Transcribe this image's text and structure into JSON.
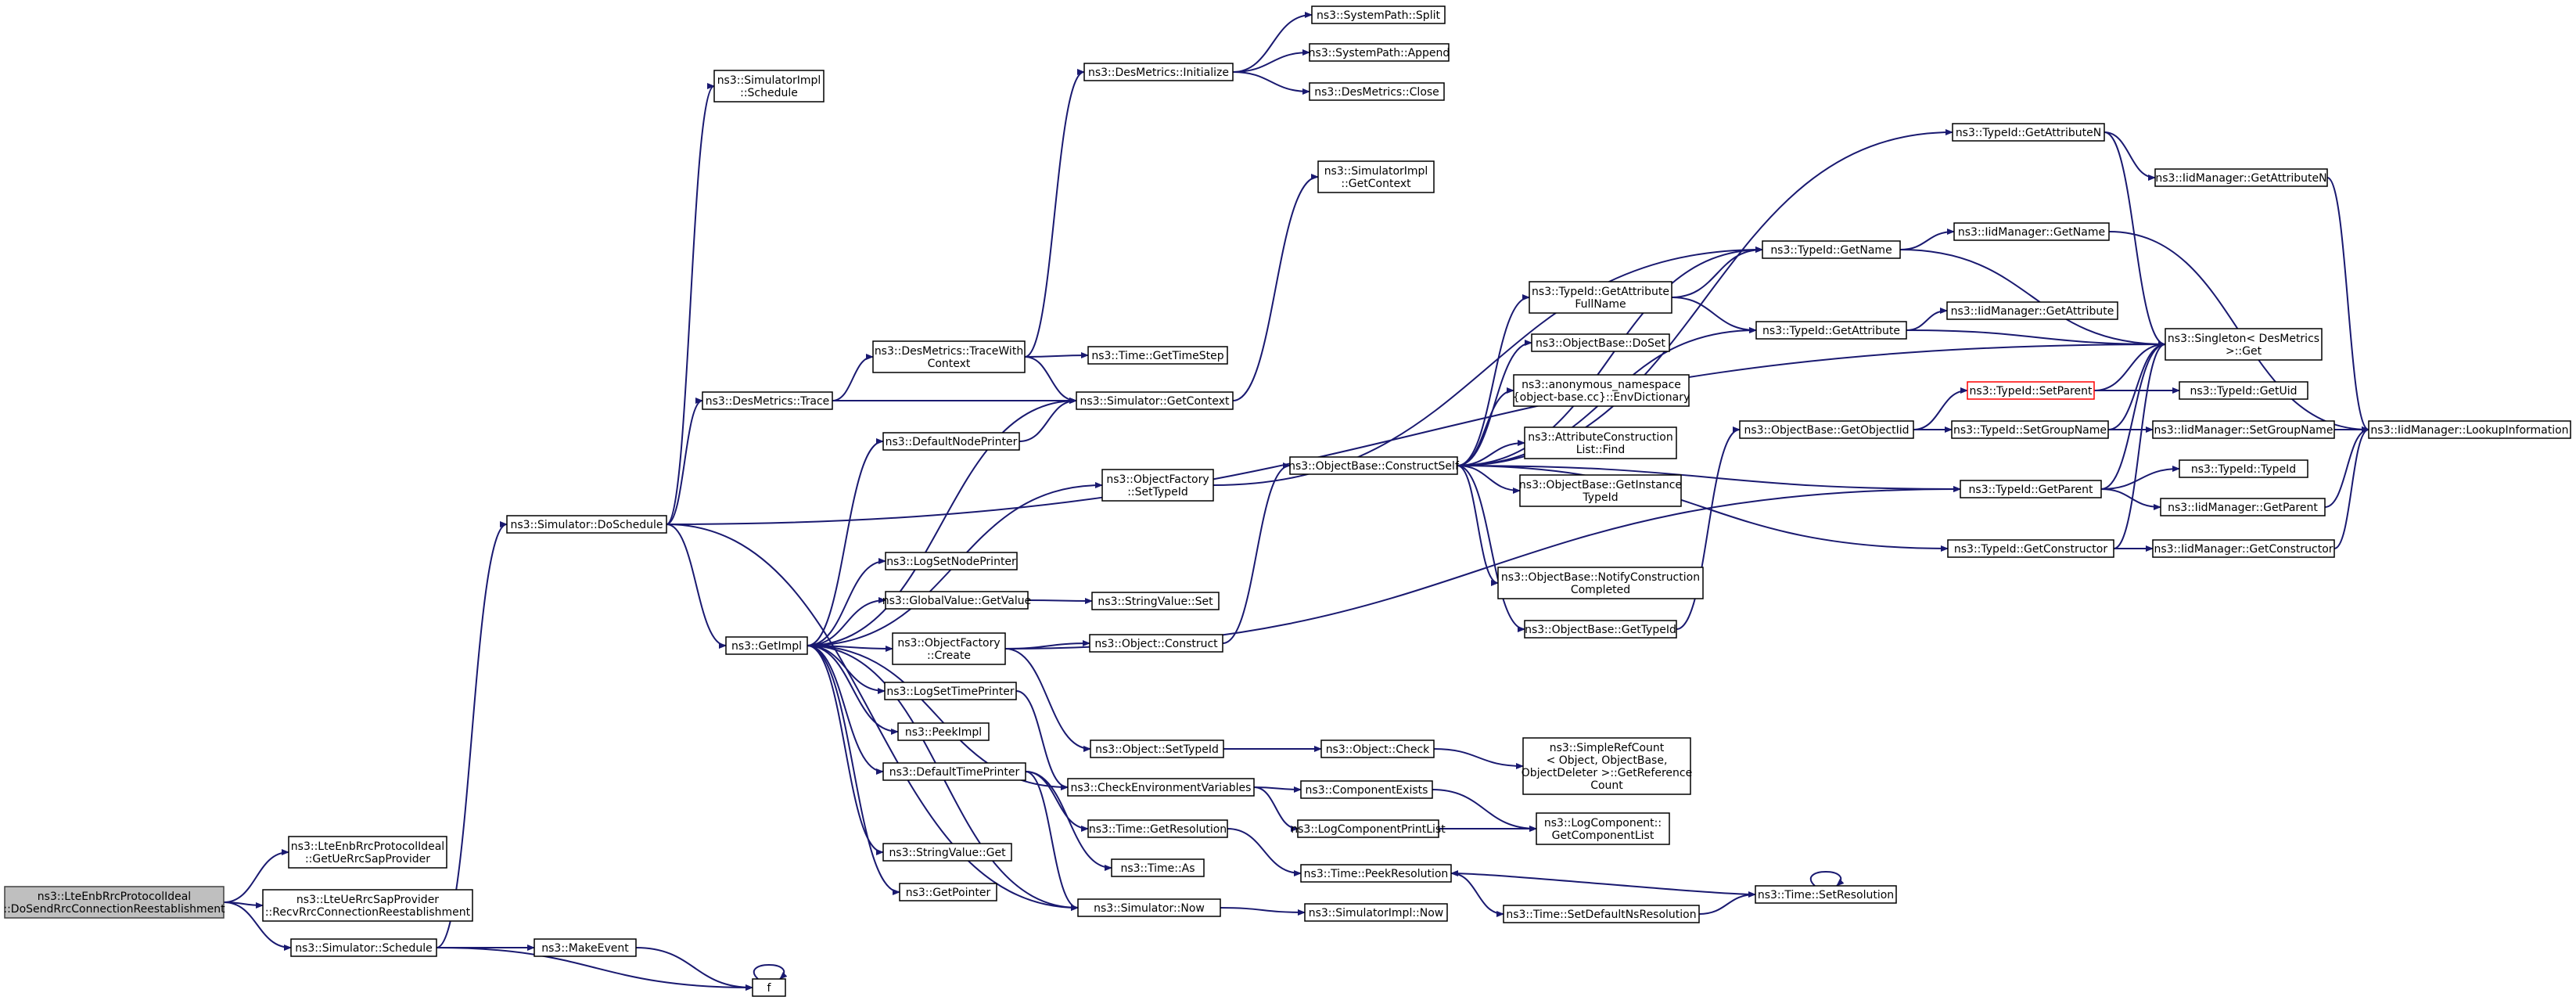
{
  "colors": {
    "edge": "#191970",
    "root_fill": "#bfbfbf",
    "node_border": "#000000",
    "highlight_border": "#ff0000"
  },
  "nodes": [
    {
      "id": "root",
      "lines": [
        "ns3::LteEnbRrcProtocolIdeal",
        "::DoSendRrcConnectionReestablishment"
      ]
    },
    {
      "id": "getUeRrcSap",
      "lines": [
        "ns3::LteEnbRrcProtocolIdeal",
        "::GetUeRrcSapProvider"
      ]
    },
    {
      "id": "recvRrc",
      "lines": [
        "ns3::LteUeRrcSapProvider",
        "::RecvRrcConnectionReestablishment"
      ]
    },
    {
      "id": "schedule",
      "lines": [
        "ns3::Simulator::Schedule"
      ]
    },
    {
      "id": "makeEvent",
      "lines": [
        "ns3::MakeEvent"
      ]
    },
    {
      "id": "f",
      "lines": [
        "f"
      ]
    },
    {
      "id": "doSchedule",
      "lines": [
        "ns3::Simulator::DoSchedule"
      ]
    },
    {
      "id": "implSchedule",
      "lines": [
        "ns3::SimulatorImpl",
        "::Schedule"
      ]
    },
    {
      "id": "desTrace",
      "lines": [
        "ns3::DesMetrics::Trace"
      ]
    },
    {
      "id": "getImpl",
      "lines": [
        "ns3::GetImpl"
      ]
    },
    {
      "id": "traceWith",
      "lines": [
        "ns3::DesMetrics::TraceWith",
        "Context"
      ]
    },
    {
      "id": "desInit",
      "lines": [
        "ns3::DesMetrics::Initialize"
      ]
    },
    {
      "id": "split",
      "lines": [
        "ns3::SystemPath::Split"
      ]
    },
    {
      "id": "append",
      "lines": [
        "ns3::SystemPath::Append"
      ]
    },
    {
      "id": "desClose",
      "lines": [
        "ns3::DesMetrics::Close"
      ]
    },
    {
      "id": "timeStep",
      "lines": [
        "ns3::Time::GetTimeStep"
      ]
    },
    {
      "id": "simGetContext",
      "lines": [
        "ns3::Simulator::GetContext"
      ]
    },
    {
      "id": "implGetContext",
      "lines": [
        "ns3::SimulatorImpl",
        "::GetContext"
      ]
    },
    {
      "id": "defNodePrinter",
      "lines": [
        "ns3::DefaultNodePrinter"
      ]
    },
    {
      "id": "ofSetTypeId",
      "lines": [
        "ns3::ObjectFactory",
        "::SetTypeId"
      ]
    },
    {
      "id": "logNodePrinter",
      "lines": [
        "ns3::LogSetNodePrinter"
      ]
    },
    {
      "id": "gvGetValue",
      "lines": [
        "ns3::GlobalValue::GetValue"
      ]
    },
    {
      "id": "svSet",
      "lines": [
        "ns3::StringValue::Set"
      ]
    },
    {
      "id": "ofCreate",
      "lines": [
        "ns3::ObjectFactory",
        "::Create"
      ]
    },
    {
      "id": "objConstruct",
      "lines": [
        "ns3::Object::Construct"
      ]
    },
    {
      "id": "logTimePrinter",
      "lines": [
        "ns3::LogSetTimePrinter"
      ]
    },
    {
      "id": "peekImpl",
      "lines": [
        "ns3::PeekImpl"
      ]
    },
    {
      "id": "objSetTypeId",
      "lines": [
        "ns3::Object::SetTypeId"
      ]
    },
    {
      "id": "objCheck",
      "lines": [
        "ns3::Object::Check"
      ]
    },
    {
      "id": "defTimePrinter",
      "lines": [
        "ns3::DefaultTimePrinter"
      ]
    },
    {
      "id": "checkEnv",
      "lines": [
        "ns3::CheckEnvironmentVariables"
      ]
    },
    {
      "id": "compExists",
      "lines": [
        "ns3::ComponentExists"
      ]
    },
    {
      "id": "logCompPrint",
      "lines": [
        "ns3::LogComponentPrintList"
      ]
    },
    {
      "id": "simpleRef",
      "lines": [
        "ns3::SimpleRefCount",
        "< Object, ObjectBase,",
        "ObjectDeleter >::GetReference",
        "Count"
      ]
    },
    {
      "id": "logCompList",
      "lines": [
        "ns3::LogComponent::",
        "GetComponentList"
      ]
    },
    {
      "id": "timeGetRes",
      "lines": [
        "ns3::Time::GetResolution"
      ]
    },
    {
      "id": "timeAs",
      "lines": [
        "ns3::Time::As"
      ]
    },
    {
      "id": "svGet",
      "lines": [
        "ns3::StringValue::Get"
      ]
    },
    {
      "id": "getPointer",
      "lines": [
        "ns3::GetPointer"
      ]
    },
    {
      "id": "simNow",
      "lines": [
        "ns3::Simulator::Now"
      ]
    },
    {
      "id": "implNow",
      "lines": [
        "ns3::SimulatorImpl::Now"
      ]
    },
    {
      "id": "peekRes",
      "lines": [
        "ns3::Time::PeekResolution"
      ]
    },
    {
      "id": "setDefNs",
      "lines": [
        "ns3::Time::SetDefaultNsResolution"
      ]
    },
    {
      "id": "setRes",
      "lines": [
        "ns3::Time::SetResolution"
      ]
    },
    {
      "id": "constructSelf",
      "lines": [
        "ns3::ObjectBase::ConstructSelf"
      ]
    },
    {
      "id": "tidGetAttrFull",
      "lines": [
        "ns3::TypeId::GetAttribute",
        "FullName"
      ]
    },
    {
      "id": "obDoSet",
      "lines": [
        "ns3::ObjectBase::DoSet"
      ]
    },
    {
      "id": "envDict",
      "lines": [
        "ns3::anonymous_namespace",
        "{object-base.cc}::EnvDictionary"
      ]
    },
    {
      "id": "attrFind",
      "lines": [
        "ns3::AttributeConstruction",
        "List::Find"
      ]
    },
    {
      "id": "obGetInstance",
      "lines": [
        "ns3::ObjectBase::GetInstance",
        "TypeId"
      ]
    },
    {
      "id": "obNotify",
      "lines": [
        "ns3::ObjectBase::NotifyConstruction",
        "Completed"
      ]
    },
    {
      "id": "obGetTypeId",
      "lines": [
        "ns3::ObjectBase::GetTypeId"
      ]
    },
    {
      "id": "tidGetName",
      "lines": [
        "ns3::TypeId::GetName"
      ]
    },
    {
      "id": "tidGetAttr",
      "lines": [
        "ns3::TypeId::GetAttribute"
      ]
    },
    {
      "id": "obGetObjectIid",
      "lines": [
        "ns3::ObjectBase::GetObjectIid"
      ]
    },
    {
      "id": "tidGetAttrN",
      "lines": [
        "ns3::TypeId::GetAttributeN"
      ]
    },
    {
      "id": "iidGetAttrN",
      "lines": [
        "ns3::IidManager::GetAttributeN"
      ]
    },
    {
      "id": "iidGetName",
      "lines": [
        "ns3::IidManager::GetName"
      ]
    },
    {
      "id": "iidGetAttr",
      "lines": [
        "ns3::IidManager::GetAttribute"
      ]
    },
    {
      "id": "singleton",
      "lines": [
        "ns3::Singleton< DesMetrics",
        "&gt;::Get"
      ]
    },
    {
      "id": "tidSetParent",
      "lines": [
        "ns3::TypeId::SetParent"
      ]
    },
    {
      "id": "tidGetUid",
      "lines": [
        "ns3::TypeId::GetUid"
      ]
    },
    {
      "id": "tidSetGroup",
      "lines": [
        "ns3::TypeId::SetGroupName"
      ]
    },
    {
      "id": "iidSetGroup",
      "lines": [
        "ns3::IidManager::SetGroupName"
      ]
    },
    {
      "id": "iidLookup",
      "lines": [
        "ns3::IidManager::LookupInformation"
      ]
    },
    {
      "id": "tidTypeId",
      "lines": [
        "ns3::TypeId::TypeId"
      ]
    },
    {
      "id": "tidGetParent",
      "lines": [
        "ns3::TypeId::GetParent"
      ]
    },
    {
      "id": "iidGetParent",
      "lines": [
        "ns3::IidManager::GetParent"
      ]
    },
    {
      "id": "tidGetCtor",
      "lines": [
        "ns3::TypeId::GetConstructor"
      ]
    },
    {
      "id": "iidGetCtor",
      "lines": [
        "ns3::IidManager::GetConstructor"
      ]
    }
  ]
}
